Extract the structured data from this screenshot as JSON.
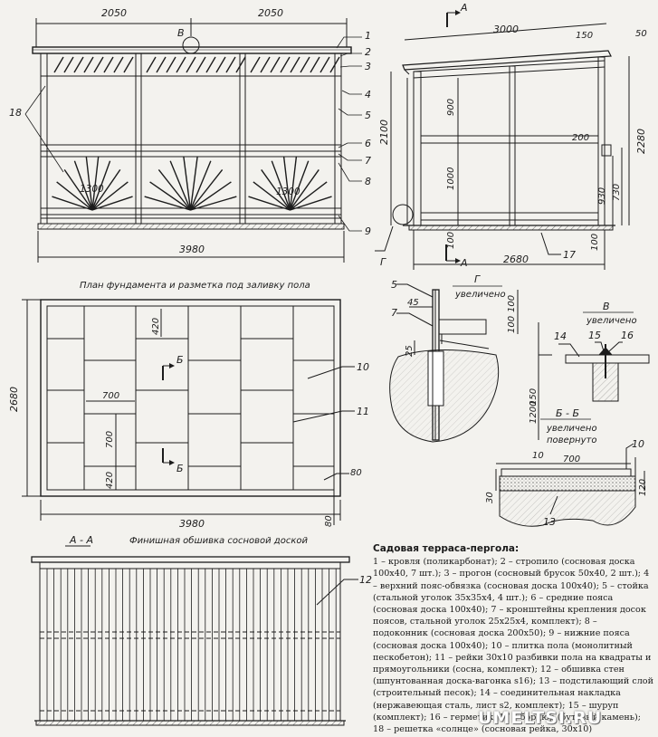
{
  "front_view": {
    "dims_top": [
      "2050",
      "2050"
    ],
    "view_mark": "В",
    "dims_inner": [
      "1300",
      "1300"
    ],
    "dim_bottom": "3980",
    "callouts_right": [
      "1",
      "2",
      "3",
      "4",
      "5",
      "6",
      "7",
      "8",
      "9"
    ],
    "callout_left": "18"
  },
  "side_view": {
    "section_mark": "А",
    "dim_top": "3000",
    "dims_top_right": [
      "150",
      "50"
    ],
    "dim_left_height": "2100",
    "dims_left": [
      "900",
      "1000",
      "100"
    ],
    "dim_right_height": "2280",
    "dims_right": [
      "200",
      "930",
      "730",
      "100"
    ],
    "dim_bottom": "2680",
    "detail_mark": "Г",
    "callout": "17"
  },
  "plan": {
    "title": "План фундамента и разметка под заливку пола",
    "dim_width": "3980",
    "dim_height": "2680",
    "dims_inner": [
      "420",
      "700",
      "700",
      "420"
    ],
    "section_mark": "Б",
    "dims_corner": [
      "80",
      "80"
    ],
    "callouts": [
      "10",
      "11"
    ]
  },
  "detail_g": {
    "mark": "Г",
    "note": "увеличено",
    "dims": [
      "45",
      "100",
      "100",
      "25",
      "150",
      "1200"
    ],
    "callouts": [
      "5",
      "7"
    ]
  },
  "detail_v": {
    "mark": "В",
    "note": "увеличено",
    "callouts": [
      "14",
      "15",
      "16"
    ]
  },
  "detail_bb": {
    "mark": "Б - Б",
    "note": "увеличено\nповернуто",
    "dims": [
      "10",
      "700",
      "30",
      "120"
    ],
    "callouts": [
      "10",
      "13"
    ]
  },
  "section_aa": {
    "title": "Финишная обшивка сосновой доской",
    "mark": "А - А",
    "callout": "12"
  },
  "legend": {
    "title": "Садовая терраса-пергола:",
    "text": "1 – кровля (поликарбонат); 2 – стропило (сосновая доска 100х40, 7 шт.); 3 – прогон (сосновый брусок 50х40, 2 шт.); 4 – верхний пояс-обвязка (сосновая доска 100х40); 5 – стойка (стальной уголок 35х35х4, 4 шт.); 6 – средние пояса (сосновая доска 100х40); 7 – кронштейны крепления досок поясов, стальной уголок 25х25х4, комплект); 8 – подоконник (сосновая доска 200х50); 9 – нижние пояса (сосновая доска 100х40); 10 – плитка пола (монолитный пескобетон); 11 – рейки 30х10 разбивки пола на квадраты и прямоугольники (сосна, комплект); 12 – обшивка стен (шпунтованная доска-вагонка s16); 13 – подстилающий слой (строительный песок); 14 – соединительная накладка (нержавеющая сталь, лист s2, комплект); 15 – шуруп (комплект); 16 – герметик; 17 – бордюр (бутовый камень); 18 – решетка «солнце» (сосновая рейка, 30х10)"
  },
  "watermark": "UMELTSI.RU"
}
